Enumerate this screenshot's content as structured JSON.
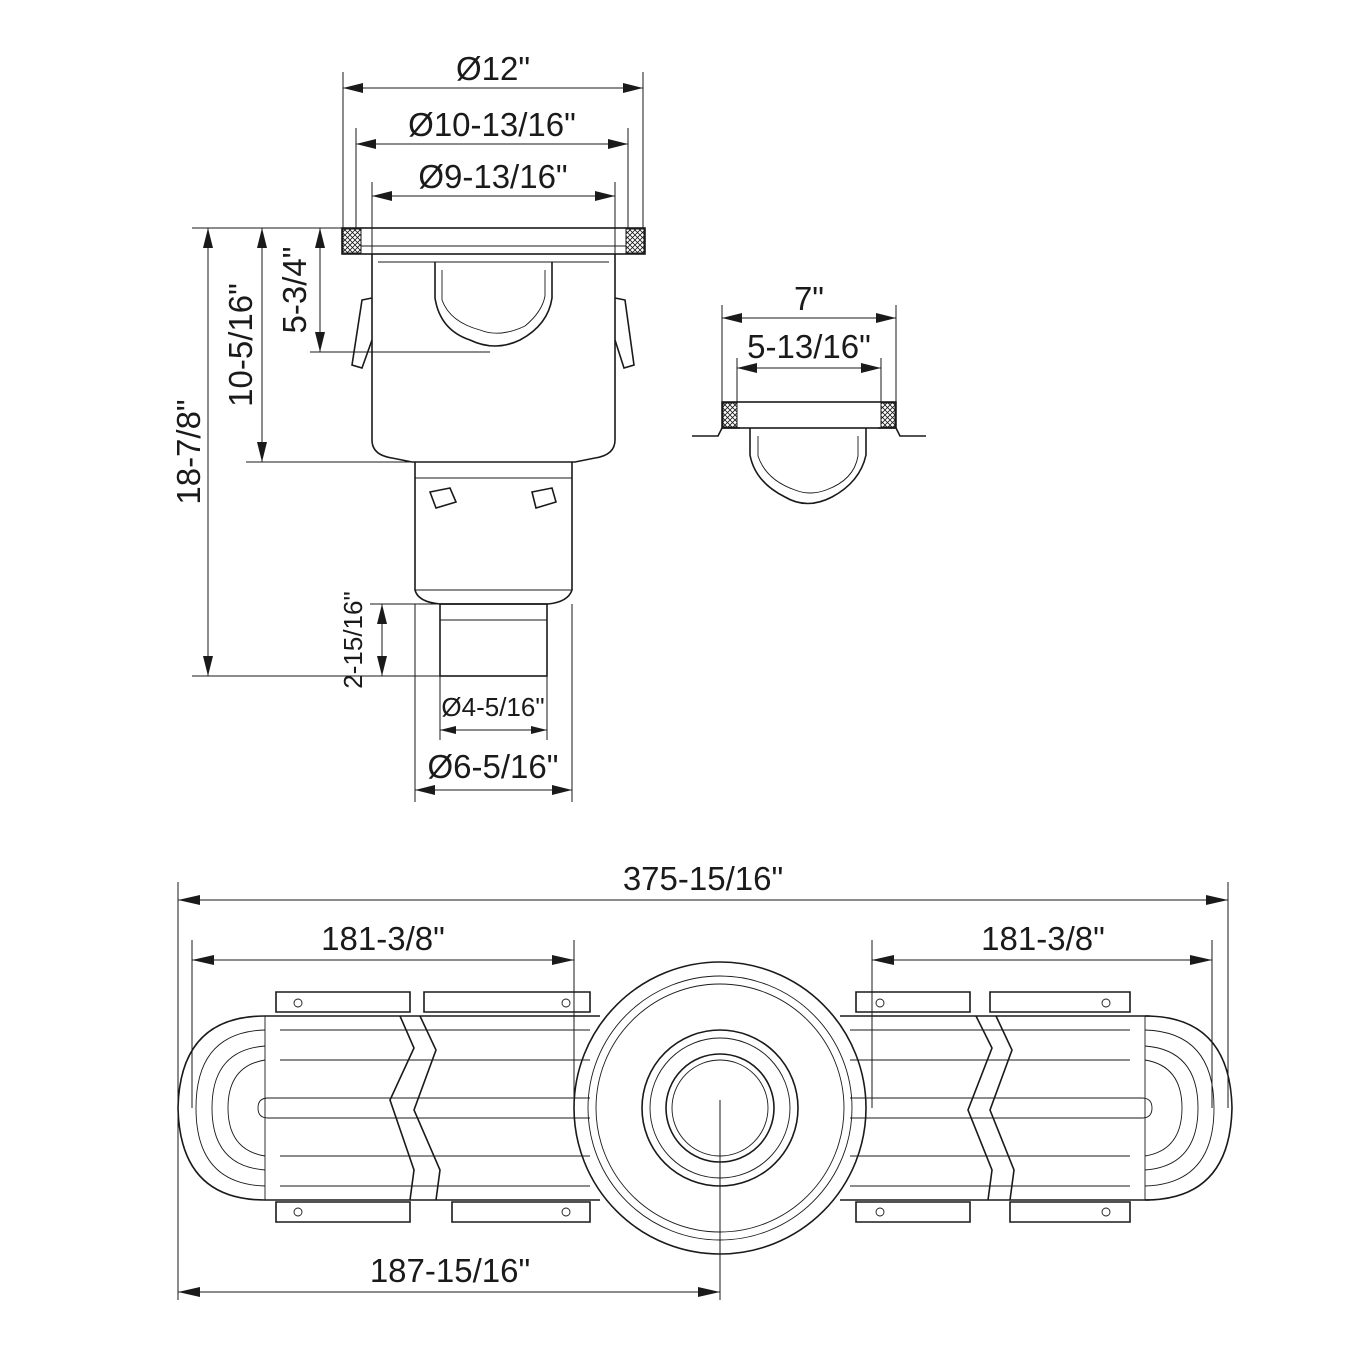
{
  "side_view": {
    "dia_12": "Ø12\"",
    "dia_10_13_16": "Ø10-13/16\"",
    "dia_9_13_16": "Ø9-13/16\"",
    "height_5_3_4": "5-3/4\"",
    "height_10_5_16": "10-5/16\"",
    "height_18_7_8": "18-7/8\"",
    "height_2_15_16": "2-15/16\"",
    "dia_4_5_16": "Ø4-5/16\"",
    "dia_6_5_16": "Ø6-5/16\""
  },
  "detail_view": {
    "width_7": "7\"",
    "width_5_13_16": "5-13/16\""
  },
  "top_view": {
    "overall_length": "375-15/16\"",
    "left_channel": "181-3/8\"",
    "right_channel": "181-3/8\"",
    "to_center": "187-15/16\""
  }
}
